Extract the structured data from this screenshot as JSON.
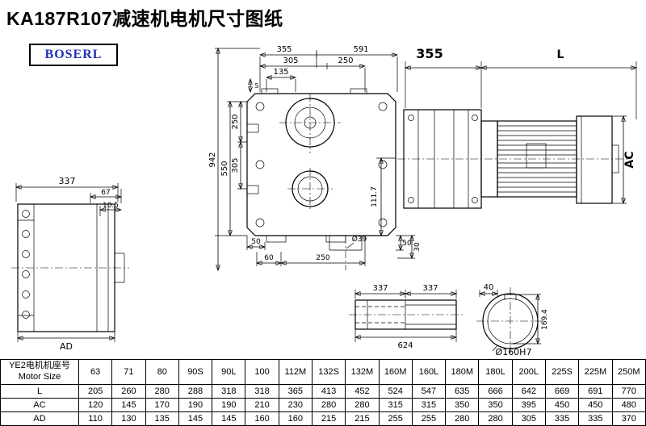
{
  "title": "KA187R107减速机电机尺寸图纸",
  "logo": "BOSERL",
  "dims": {
    "lv_337": "337",
    "lv_67": "67",
    "lv_105": "10.5",
    "lv_ad": "AD",
    "fv_355": "355",
    "fv_591": "591",
    "fv_305_top": "305",
    "fv_250_top": "250",
    "fv_135": "135",
    "fv_5": "5",
    "fv_250_left": "250",
    "fv_305_left": "305",
    "fv_550": "550",
    "fv_942": "942",
    "fv_1117": "111.7",
    "fv_50_bl": "50",
    "fv_60": "60",
    "fv_250_bottom": "250",
    "fv_d39": "Ø39",
    "fv_50_br": "50",
    "fv_30": "30",
    "mv_355": "355",
    "mv_l": "L",
    "mv_ac": "AC",
    "sv_337_a": "337",
    "sv_337_b": "337",
    "sv_624": "624",
    "bv_40": "40",
    "bv_1694": "169.4",
    "bv_d160": "Ø160H7"
  },
  "table": {
    "header_cn": "YE2电机机座号",
    "header_en": "Motor Size",
    "columns": [
      "63",
      "71",
      "80",
      "90S",
      "90L",
      "100",
      "112M",
      "132S",
      "132M",
      "160M",
      "160L",
      "180M",
      "180L",
      "200L",
      "225S",
      "225M",
      "250M"
    ],
    "rows": [
      {
        "label": "L",
        "values": [
          "205",
          "260",
          "280",
          "288",
          "318",
          "318",
          "365",
          "413",
          "452",
          "524",
          "547",
          "635",
          "666",
          "642",
          "669",
          "691",
          "770"
        ]
      },
      {
        "label": "AC",
        "values": [
          "120",
          "145",
          "170",
          "190",
          "190",
          "210",
          "230",
          "280",
          "280",
          "315",
          "315",
          "350",
          "350",
          "395",
          "450",
          "450",
          "480"
        ]
      },
      {
        "label": "AD",
        "values": [
          "110",
          "130",
          "135",
          "145",
          "145",
          "160",
          "160",
          "215",
          "215",
          "255",
          "255",
          "280",
          "280",
          "305",
          "335",
          "335",
          "370"
        ]
      }
    ]
  }
}
